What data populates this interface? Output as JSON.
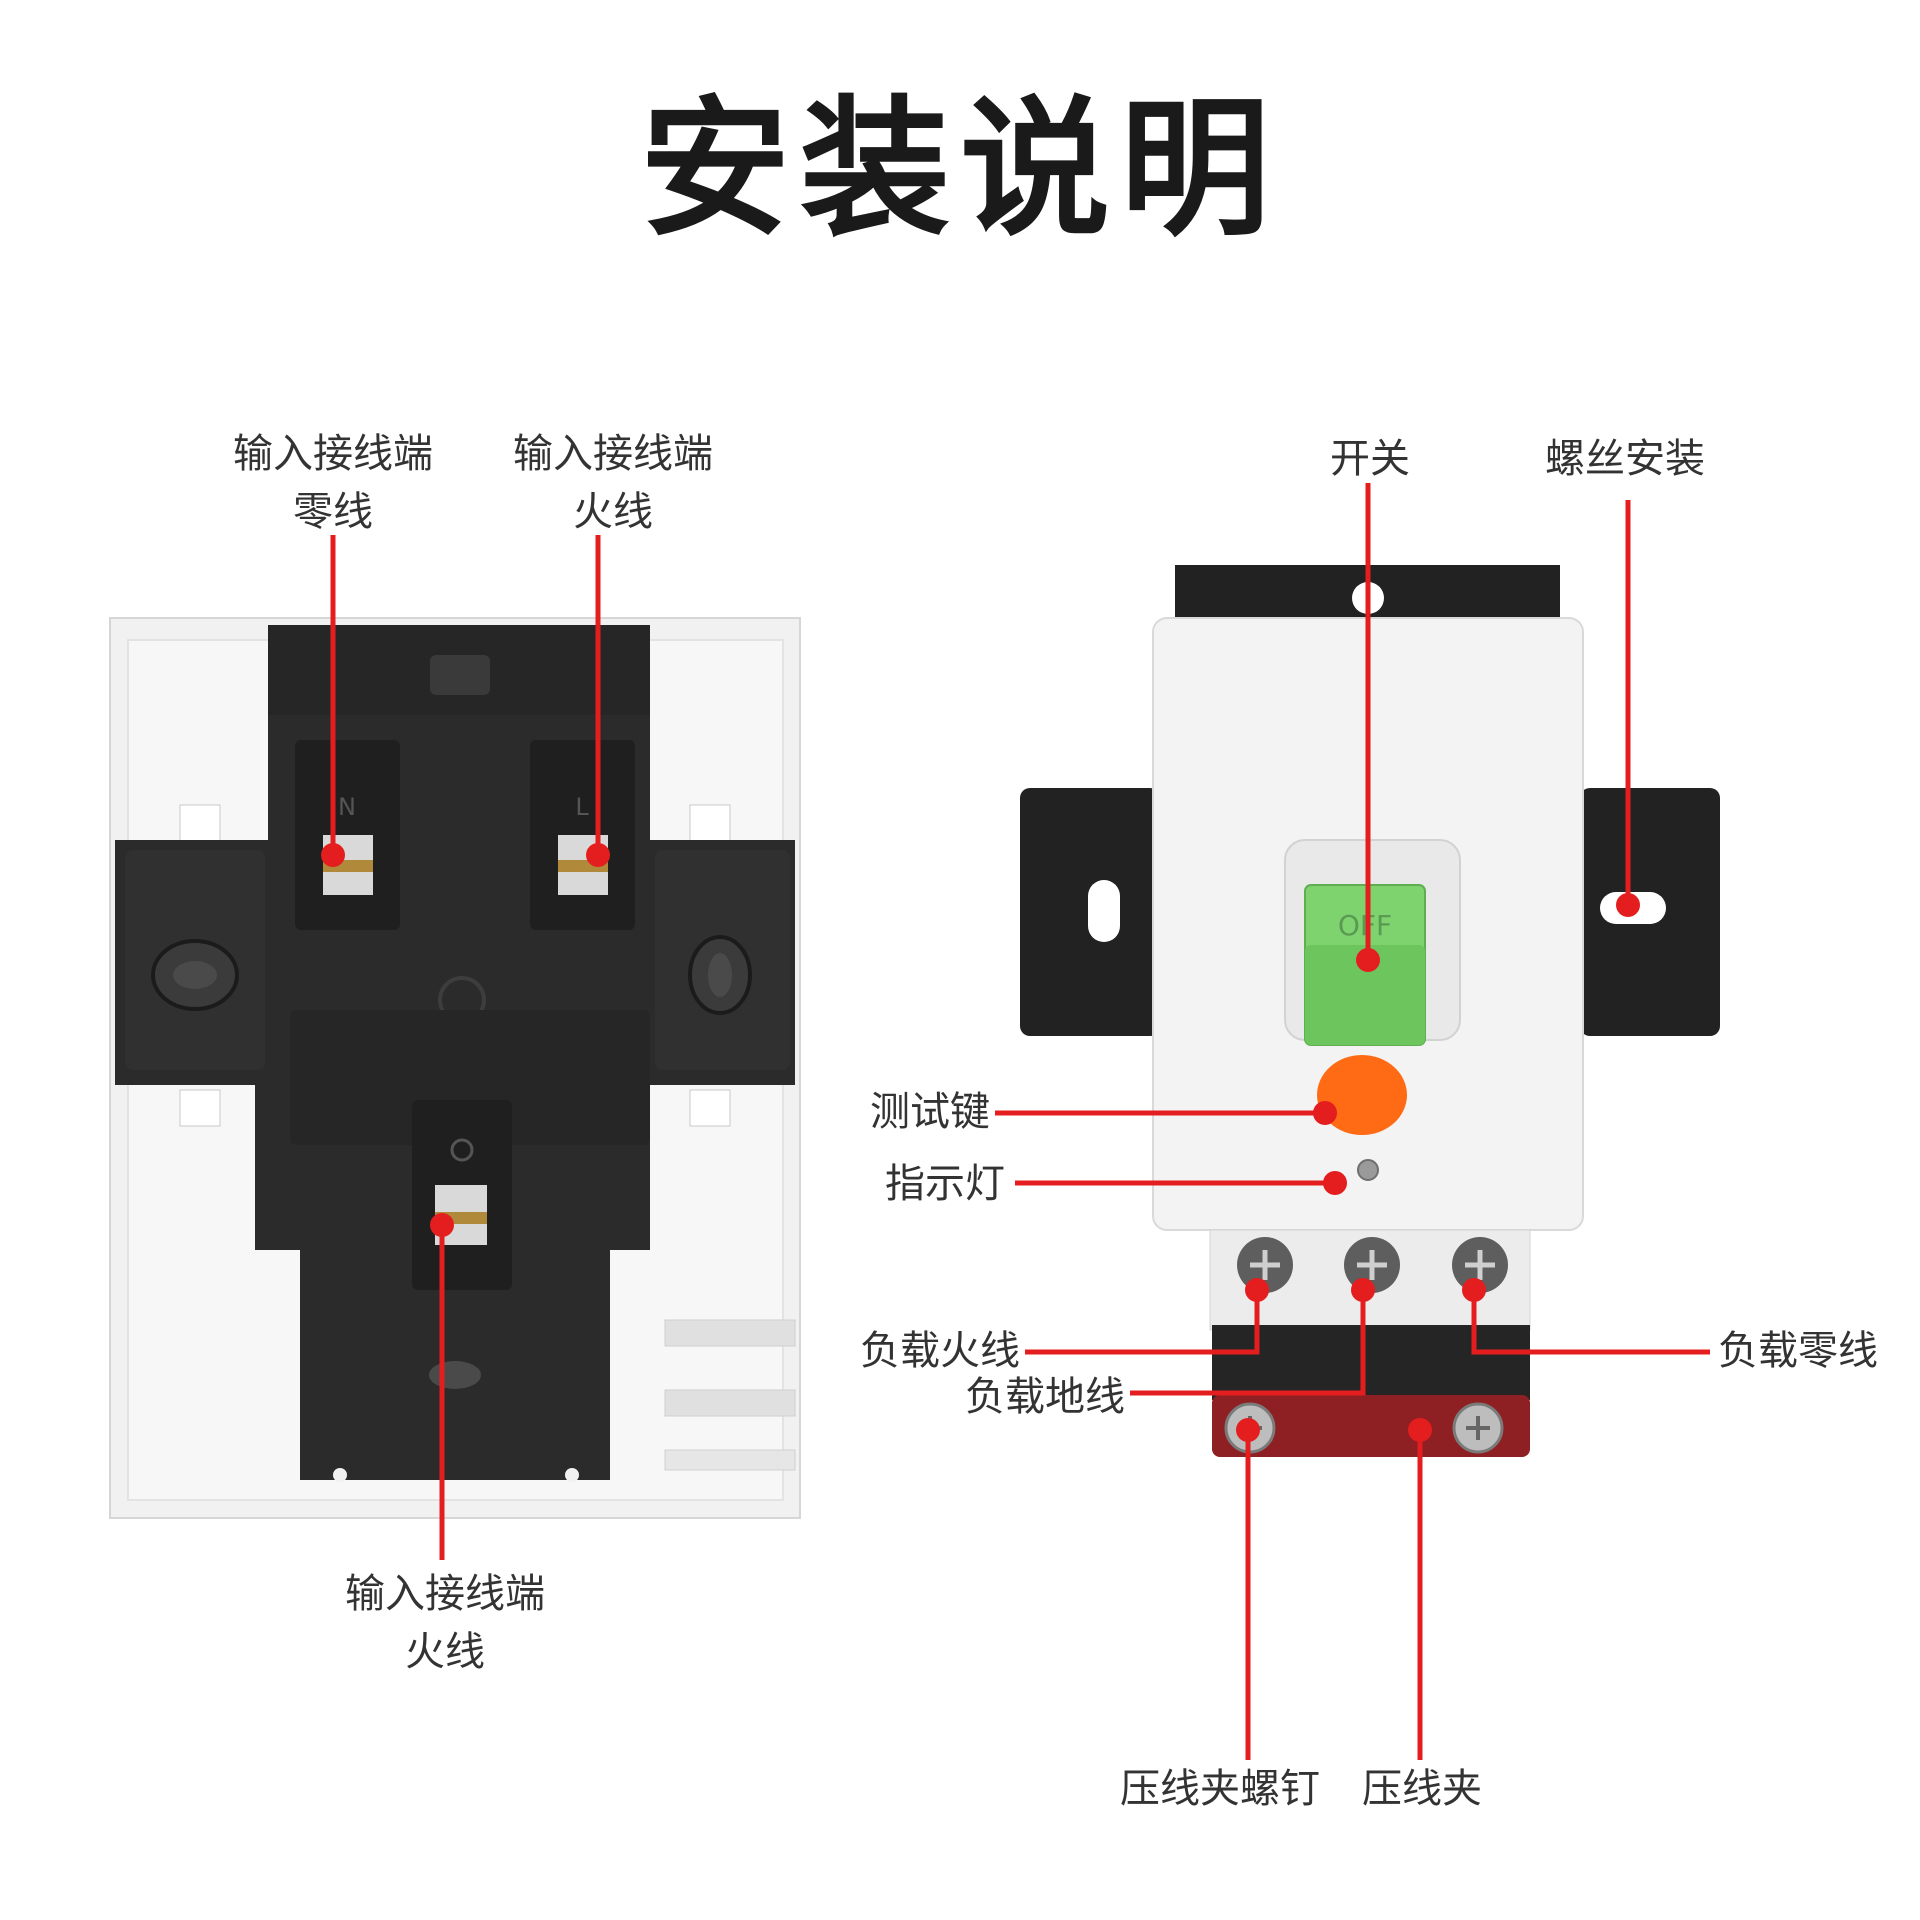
{
  "title": "安装说明",
  "colors": {
    "callout": "#e41e1e",
    "housing_black": "#2a2a2a",
    "housing_white": "#f1f1f1",
    "switch_green": "#7ed36f",
    "test_orange": "#ff6a14",
    "clamp_red": "#8e1f22"
  },
  "left_view": {
    "labels": {
      "input_neutral": {
        "line1": "输入接线端",
        "line2": "零线"
      },
      "input_live_top": {
        "line1": "输入接线端",
        "line2": "火线"
      },
      "input_live_bottom": {
        "line1": "输入接线端",
        "line2": "火线"
      }
    },
    "terminal_marks": {
      "neutral": "N",
      "live": "L"
    }
  },
  "right_view": {
    "labels": {
      "switch": "开关",
      "screw_mount": "螺丝安装",
      "test_button": "测试键",
      "indicator": "指示灯",
      "load_live": "负载火线",
      "load_ground": "负载地线",
      "load_neutral": "负载零线",
      "clamp_screw": "压线夹螺钉",
      "clamp": "压线夹"
    },
    "switch_text": "OFF"
  }
}
